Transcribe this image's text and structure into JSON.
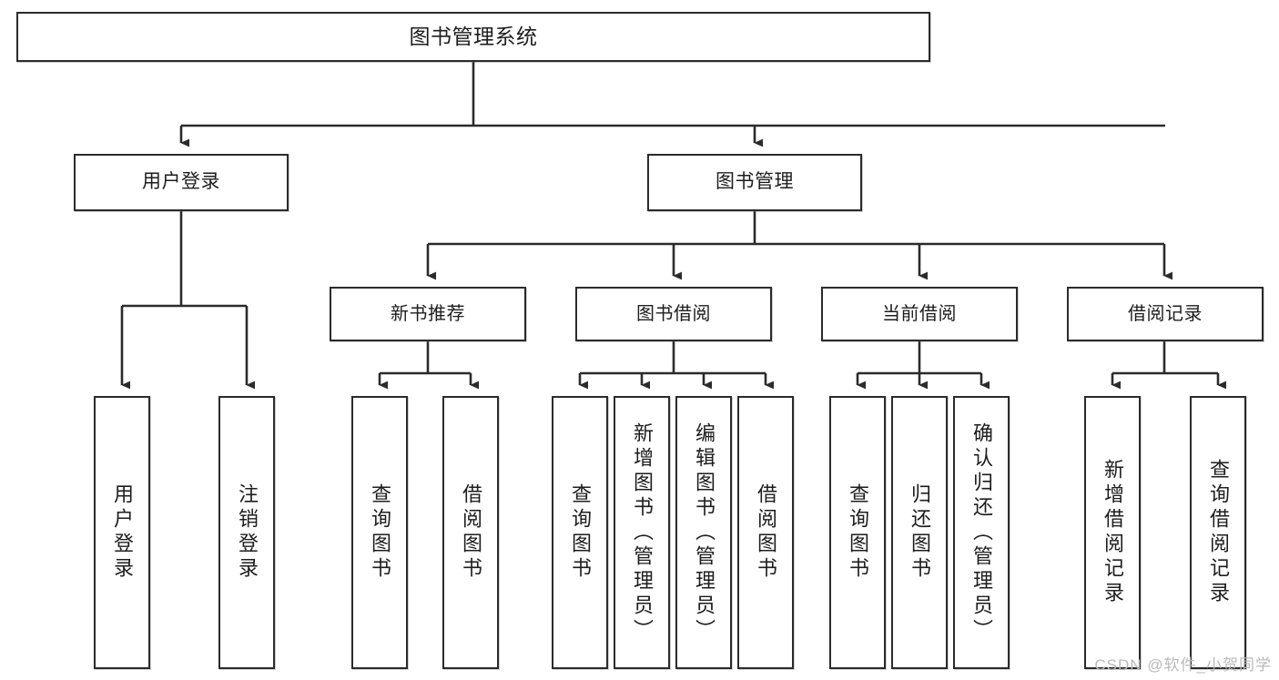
{
  "diagram": {
    "title": "图书管理系统",
    "type": "tree-hierarchy",
    "watermark": "CSDN @软件_小贺同学",
    "colors": {
      "box_border": "#2b2b2b",
      "box_fill": "#ffffff",
      "connector": "#2b2b2b",
      "text": "#1d1d1d",
      "watermark": "#b9b9b9",
      "background": "#ffffff"
    },
    "nodes": {
      "root": {
        "label": "图书管理系统"
      },
      "level1": [
        {
          "label": "用户登录"
        },
        {
          "label": "图书管理"
        }
      ],
      "level2": [
        {
          "label": "新书推荐"
        },
        {
          "label": "图书借阅"
        },
        {
          "label": "当前借阅"
        },
        {
          "label": "借阅记录"
        }
      ],
      "leaves": {
        "user_login": [
          {
            "label": "用户登录"
          },
          {
            "label": "注销登录"
          }
        ],
        "new_book": [
          {
            "label": "查询图书"
          },
          {
            "label": "借阅图书"
          }
        ],
        "book_borrow": [
          {
            "label": "查询图书"
          },
          {
            "label": "新增图书（管理员）"
          },
          {
            "label": "编辑图书（管理员）"
          },
          {
            "label": "借阅图书"
          }
        ],
        "current_borrow": [
          {
            "label": "查询图书"
          },
          {
            "label": "归还图书"
          },
          {
            "label": "确认归还（管理员）"
          }
        ],
        "borrow_record": [
          {
            "label": "新增借阅记录"
          },
          {
            "label": "查询借阅记录"
          }
        ]
      }
    }
  }
}
